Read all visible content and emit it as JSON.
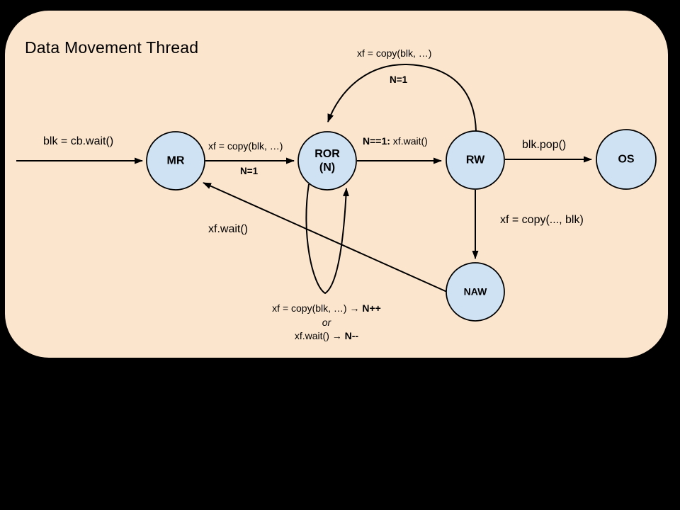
{
  "title": "Data Movement Thread",
  "colors": {
    "canvas_background": "#000000",
    "slide_background": "#FCE5CD",
    "node_fill": "#CFE2F3",
    "line_and_text": "#000000"
  },
  "nodes": {
    "mr": {
      "label": "MR"
    },
    "ror": {
      "label": "ROR\n(N)"
    },
    "rw": {
      "label": "RW"
    },
    "os": {
      "label": "OS"
    },
    "naw": {
      "label": "NAW"
    }
  },
  "edges": {
    "entry_to_mr": {
      "label": "blk = cb.wait()"
    },
    "mr_to_ror": {
      "label": "xf = copy(blk, …)",
      "condition": "N=1"
    },
    "rw_back_to_ror": {
      "label": "xf = copy(blk, …)",
      "condition": "N=1"
    },
    "ror_to_rw": {
      "condition": "N==1:",
      "label": " xf.wait()"
    },
    "rw_to_os": {
      "label": "blk.pop()"
    },
    "rw_to_naw": {
      "label": "xf = copy(..., blk)"
    },
    "naw_to_mr": {
      "label": "xf.wait()"
    },
    "ror_self_loop": {
      "line1_prefix": "xf = copy(blk, …) → ",
      "line1_bold": "N++",
      "line2": "or",
      "line3_prefix": "xf.wait() → ",
      "line3_bold": "N--"
    }
  }
}
